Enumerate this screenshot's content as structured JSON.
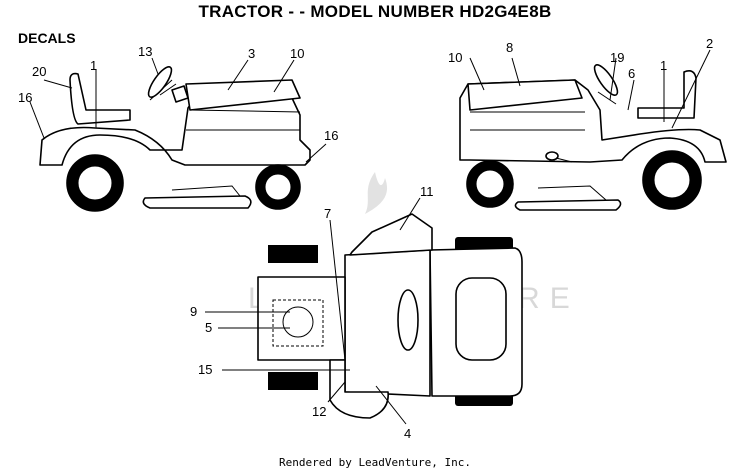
{
  "title": "TRACTOR - - MODEL NUMBER HD2G4E8B",
  "section_label": "DECALS",
  "watermark": "LEADVENTURE",
  "credit": "Rendered by LeadVenture, Inc.",
  "callouts": {
    "c1a": "1",
    "c2": "2",
    "c3": "3",
    "c4": "4",
    "c5": "5",
    "c6": "6",
    "c7": "7",
    "c8": "8",
    "c9": "9",
    "c10a": "10",
    "c10b": "10",
    "c11": "11",
    "c12": "12",
    "c13": "13",
    "c15": "15",
    "c16a": "16",
    "c16b": "16",
    "c19": "19",
    "c20": "20",
    "c1b": "1"
  }
}
